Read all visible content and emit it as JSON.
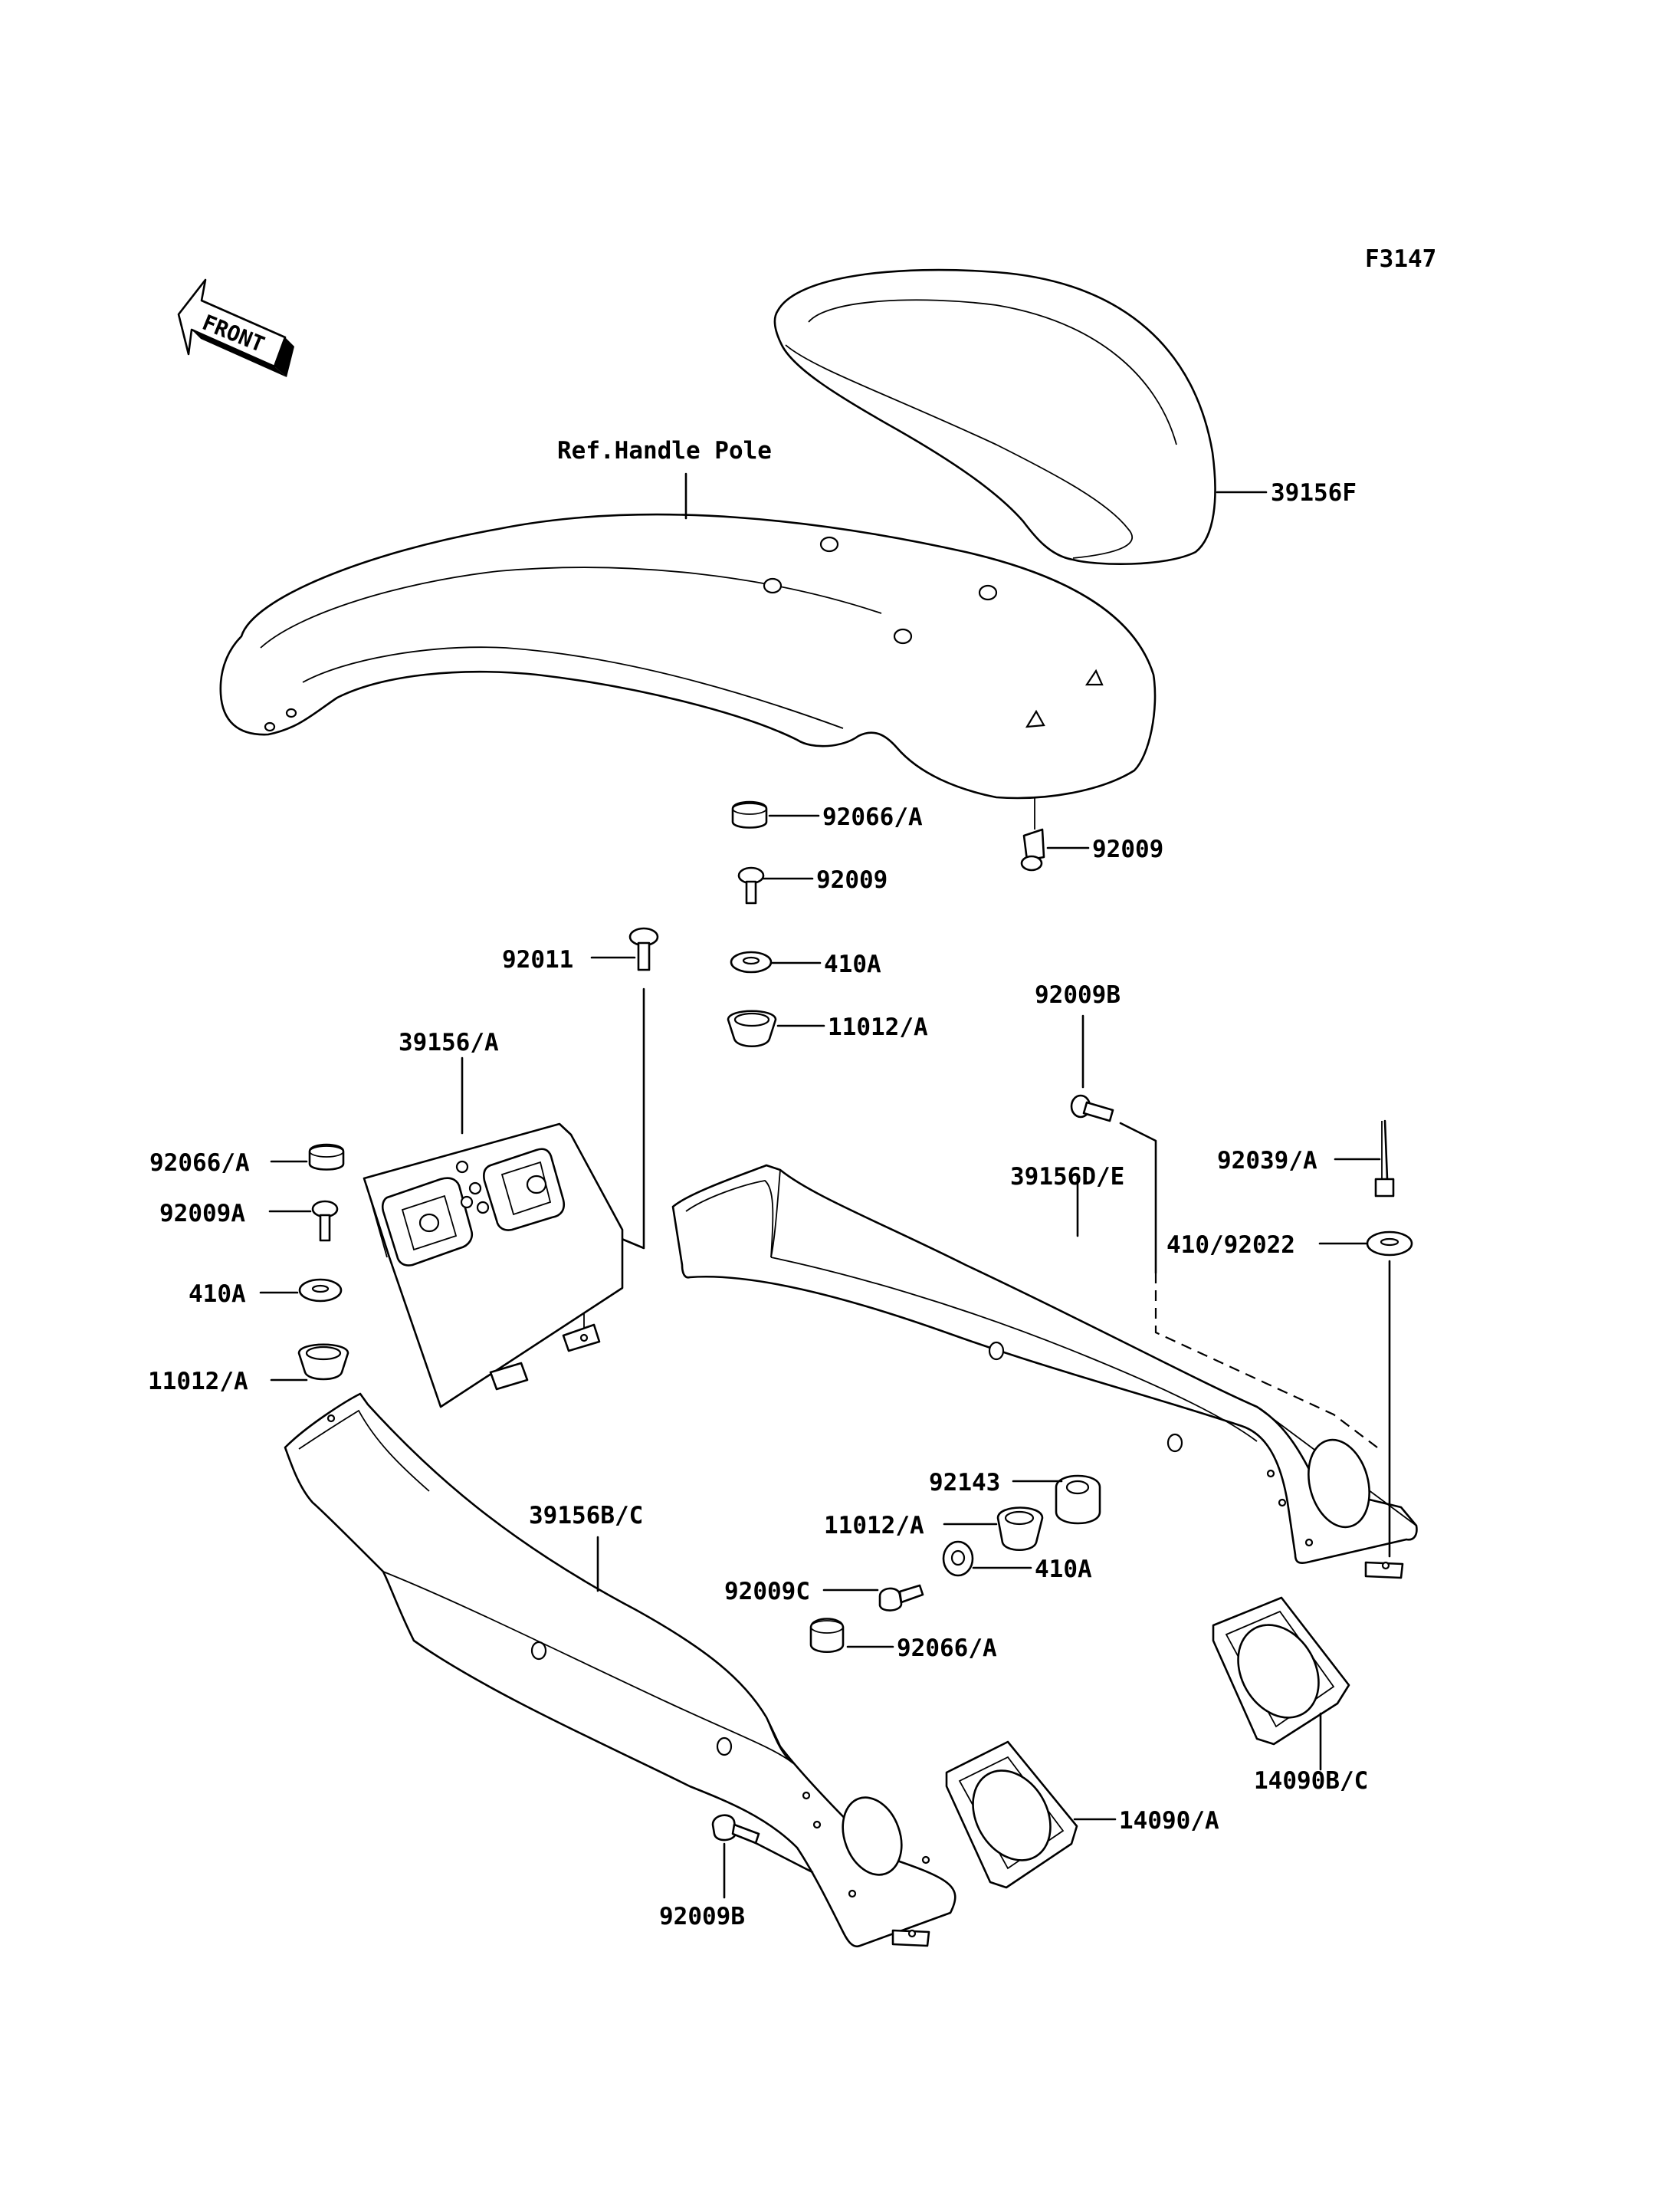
{
  "figure_code": "F3147",
  "front_label": "FRONT",
  "ref_note": "Ref.Handle Pole",
  "callouts": {
    "seat_pad": "39156F",
    "cap_top": "92066/A",
    "bolt_top": "92009",
    "bolt_right": "92009",
    "bolt_92011": "92011",
    "washer_top": "410A",
    "grommet_top": "11012/A",
    "bolt_b_top": "92009B",
    "cover_front": "39156/A",
    "cap_left": "92066/A",
    "bolt_a_left": "92009A",
    "washer_left": "410A",
    "grommet_left": "11012/A",
    "pad_right": "39156D/E",
    "rivet": "92039/A",
    "washer_right": "410/92022",
    "pad_left": "39156B/C",
    "spacer": "92143",
    "grommet_mid": "11012/A",
    "washer_mid": "410A",
    "bolt_c": "92009C",
    "cap_mid": "92066/A",
    "bezel_right": "14090B/C",
    "bezel_left": "14090/A",
    "bolt_b_bottom": "92009B"
  }
}
